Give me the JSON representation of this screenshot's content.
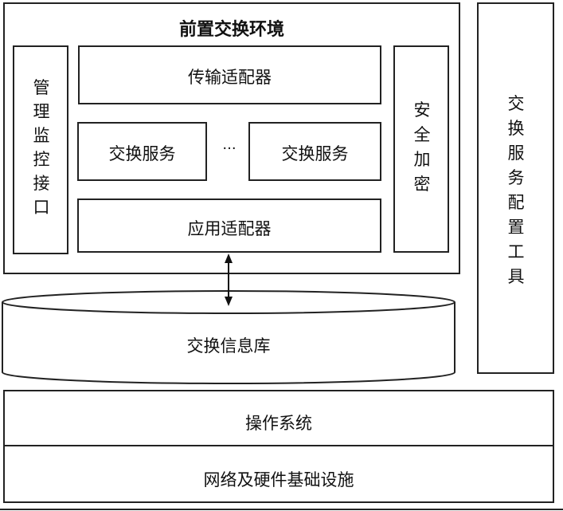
{
  "front_env": {
    "title": "前置交换环境",
    "mgmt_interface": "管理监控接口",
    "transport_adapter": "传输适配器",
    "exchange_service_1": "交换服务",
    "ellipsis": "···",
    "exchange_service_2": "交换服务",
    "app_adapter": "应用适配器",
    "security": "安全加密"
  },
  "config_tool": "交换服务配置工具",
  "database": "交换信息库",
  "os": "操作系统",
  "infrastructure": "网络及硬件基础设施"
}
